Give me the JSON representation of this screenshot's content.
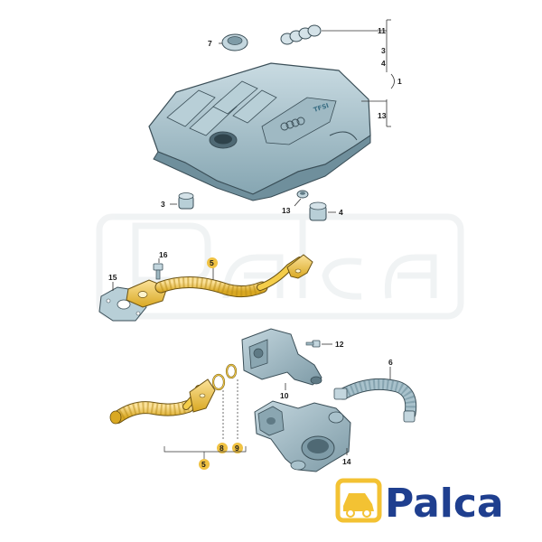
{
  "cover_text": "TFSI",
  "labels": {
    "l1": "1",
    "l3a": "3",
    "l3b": "3",
    "l4a": "4",
    "l4b": "4",
    "l5a": "5",
    "l5b": "5",
    "l6": "6",
    "l7": "7",
    "l8": "8",
    "l9": "9",
    "l10": "10",
    "l11": "11",
    "l12": "12",
    "l13a": "13",
    "l13b": "13",
    "l14": "14",
    "l15": "15",
    "l16": "16"
  },
  "brand": {
    "name": "Palca"
  },
  "colors": {
    "part_blue": "#a9c2cc",
    "part_shadow": "#6f8f9c",
    "line_art": "#3a4e57",
    "highlight_yellow": "#f4cd4a",
    "callout": "#f0c243",
    "brand_blue": "#1f3f8f",
    "logo_yellow": "#f3c233"
  }
}
